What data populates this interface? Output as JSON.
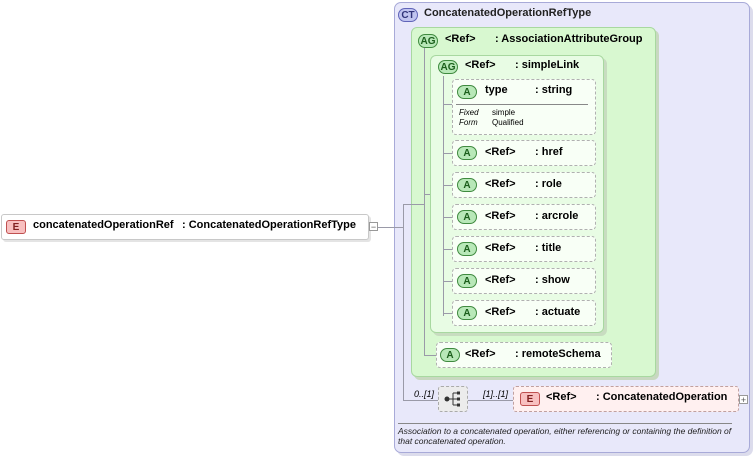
{
  "root_element": {
    "badge": "E",
    "name": "concatenatedOperationRef",
    "type": ": ConcatenatedOperationRefType",
    "toggle": "−"
  },
  "complex_type": {
    "badge": "CT",
    "name": "ConcatenatedOperationRefType",
    "description": "Association to a concatenated operation, either referencing or containing the definition of that concatenated operation."
  },
  "attribute_group_outer": {
    "badge": "AG",
    "ref": "<Ref>",
    "name": ": AssociationAttributeGroup"
  },
  "attribute_group_inner": {
    "badge": "AG",
    "ref": "<Ref>",
    "name": ": simpleLink"
  },
  "type_attribute": {
    "badge": "A",
    "name": "type",
    "type": ": string",
    "fixed_label": "Fixed",
    "fixed_value": "simple",
    "form_label": "Form",
    "form_value": "Qualified"
  },
  "attributes": [
    {
      "badge": "A",
      "ref": "<Ref>",
      "name": ": href"
    },
    {
      "badge": "A",
      "ref": "<Ref>",
      "name": ": role"
    },
    {
      "badge": "A",
      "ref": "<Ref>",
      "name": ": arcrole"
    },
    {
      "badge": "A",
      "ref": "<Ref>",
      "name": ": title"
    },
    {
      "badge": "A",
      "ref": "<Ref>",
      "name": ": show"
    },
    {
      "badge": "A",
      "ref": "<Ref>",
      "name": ": actuate"
    }
  ],
  "remote_schema": {
    "badge": "A",
    "ref": "<Ref>",
    "name": ": remoteSchema"
  },
  "sequence": {
    "occurrence_left": "0..[1]",
    "occurrence_right": "[1]..[1]"
  },
  "child_element": {
    "badge": "E",
    "ref": "<Ref>",
    "name": ": ConcatenatedOperation",
    "toggle": "+"
  }
}
